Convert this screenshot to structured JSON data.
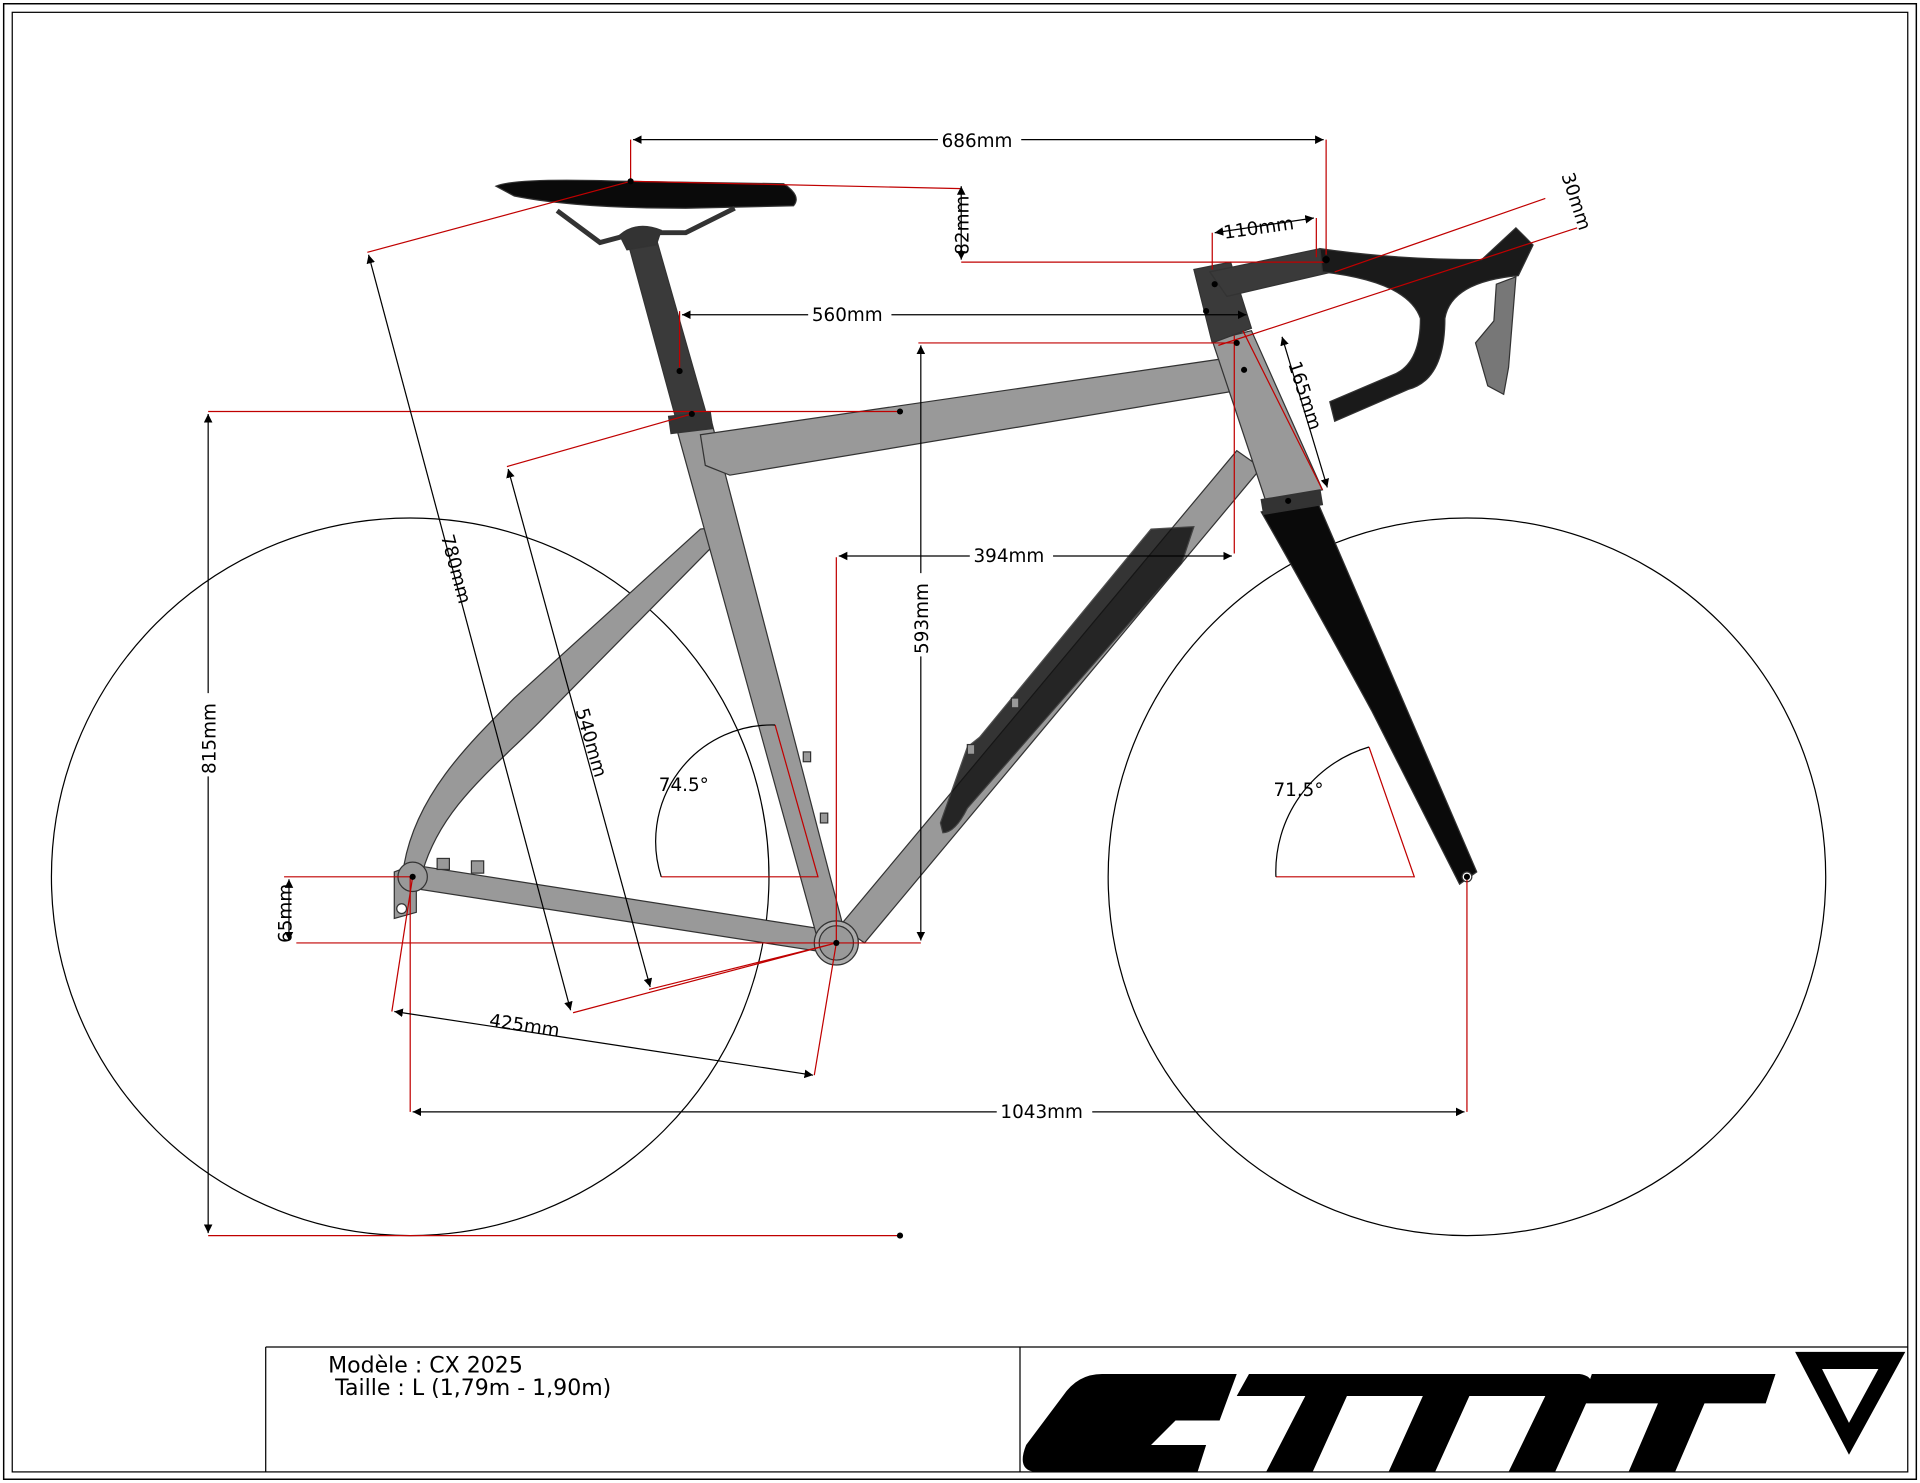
{
  "drawing": {
    "dimensions": {
      "reach_686": "686mm",
      "stack_drop_82": "82mm",
      "stem_110": "110mm",
      "spacer_30": "30mm",
      "top_tube_560": "560mm",
      "head_tube_165": "165mm",
      "reach_394": "394mm",
      "stack_593": "593mm",
      "saddle_780": "780mm",
      "seat_tube_540": "540mm",
      "standover_815": "815mm",
      "bb_drop_65": "65mm",
      "chainstay_425": "425mm",
      "wheelbase_1043": "1043mm",
      "seat_angle": "74.5°",
      "head_angle": "71.5°"
    },
    "colors": {
      "frame": "#999999",
      "dark": "#1a1a1a",
      "dimension_red": "#c00000"
    }
  },
  "title_block": {
    "model": "Modèle : CX 2025",
    "size": " Taille : L (1,79m - 1,90m)",
    "logo_text": "CMT"
  }
}
